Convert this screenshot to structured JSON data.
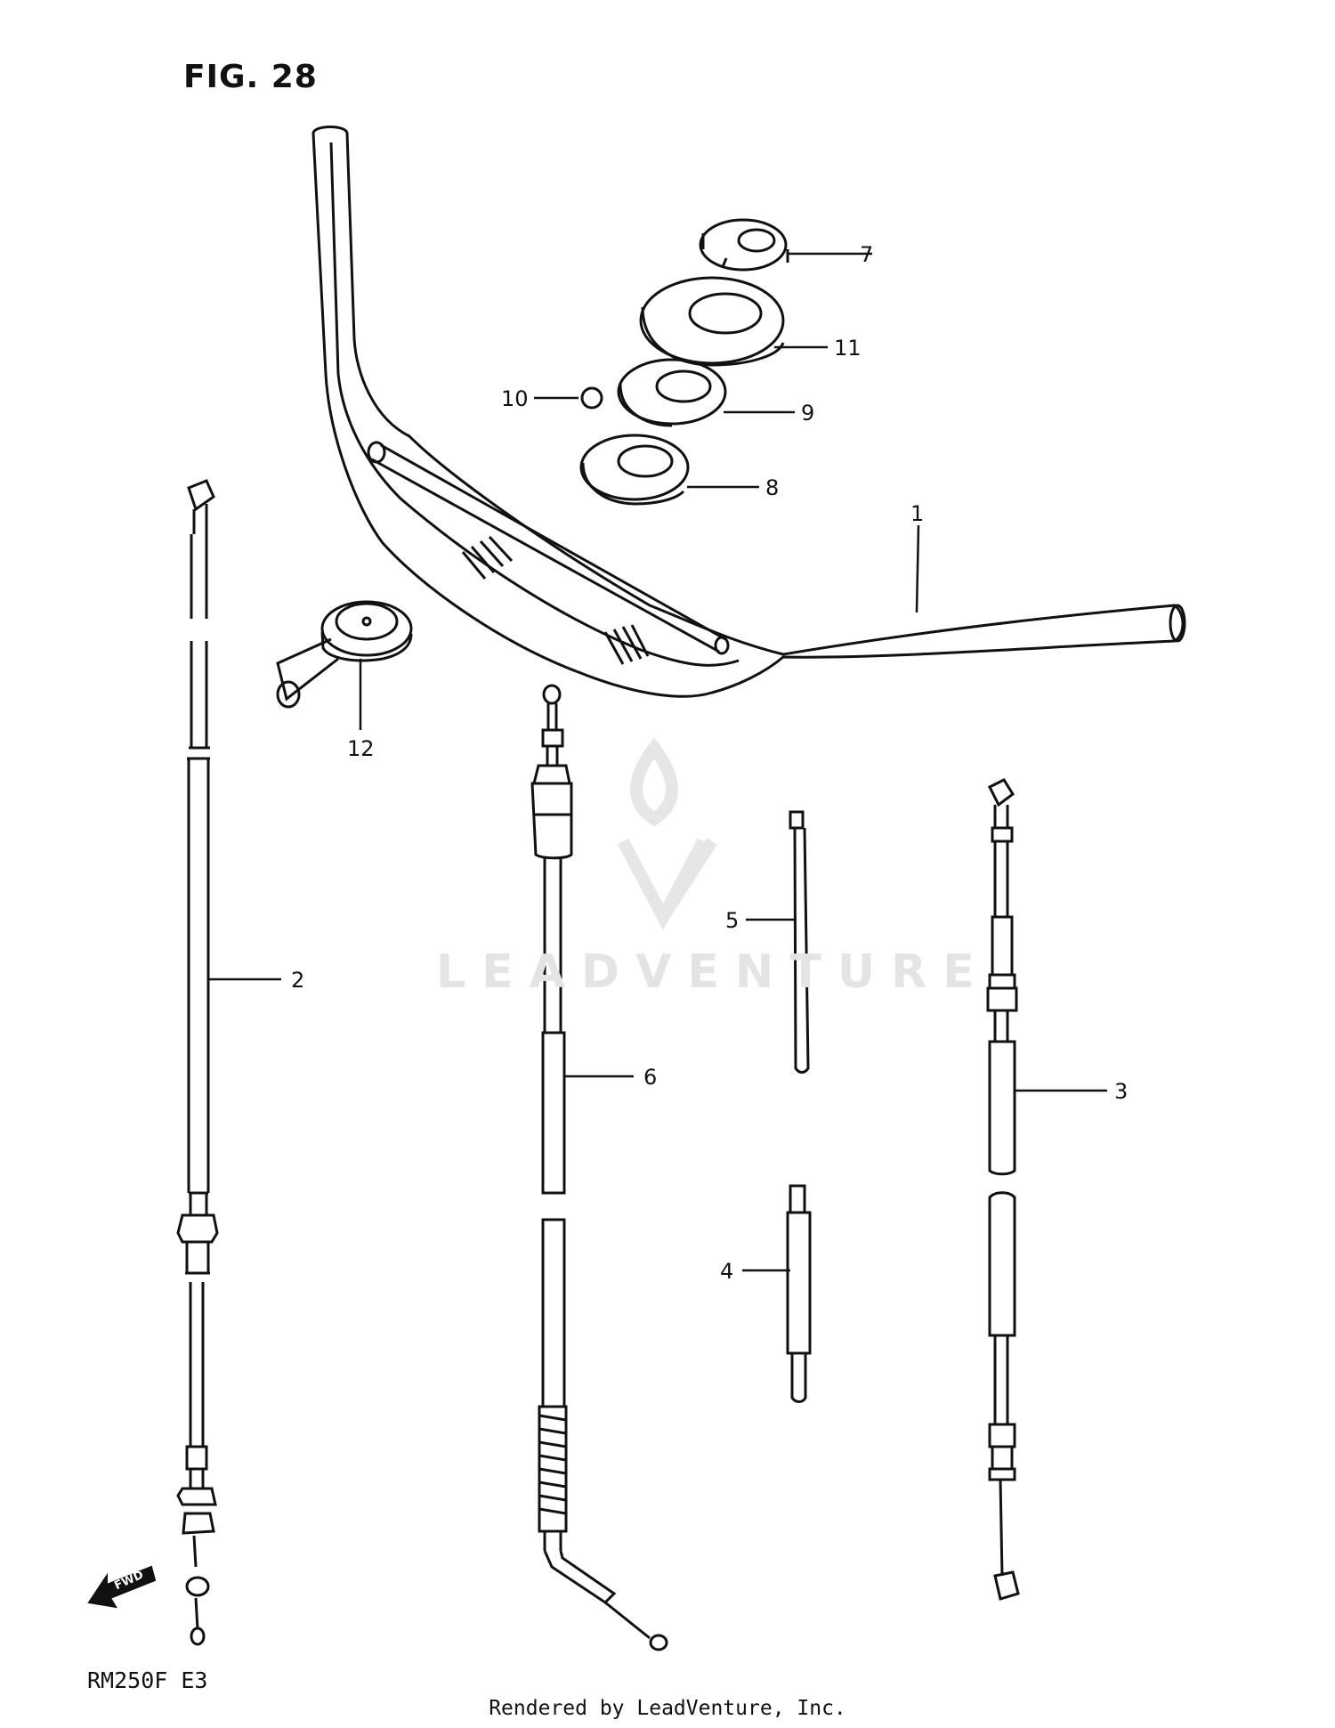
{
  "figure": {
    "title": "FIG. 28",
    "model": "RM250F  E3"
  },
  "footer": {
    "text": "Rendered by LeadVenture, Inc."
  },
  "watermark": {
    "text": "LEADVENTURE"
  },
  "fwd_indicator": {
    "label": "FWD"
  },
  "callouts": [
    "1",
    "2",
    "3",
    "4",
    "5",
    "6",
    "7",
    "8",
    "9",
    "10",
    "11",
    "12"
  ],
  "colors": {
    "ink": "#111111",
    "watermark": "#e4e4e4",
    "background": "#ffffff"
  }
}
